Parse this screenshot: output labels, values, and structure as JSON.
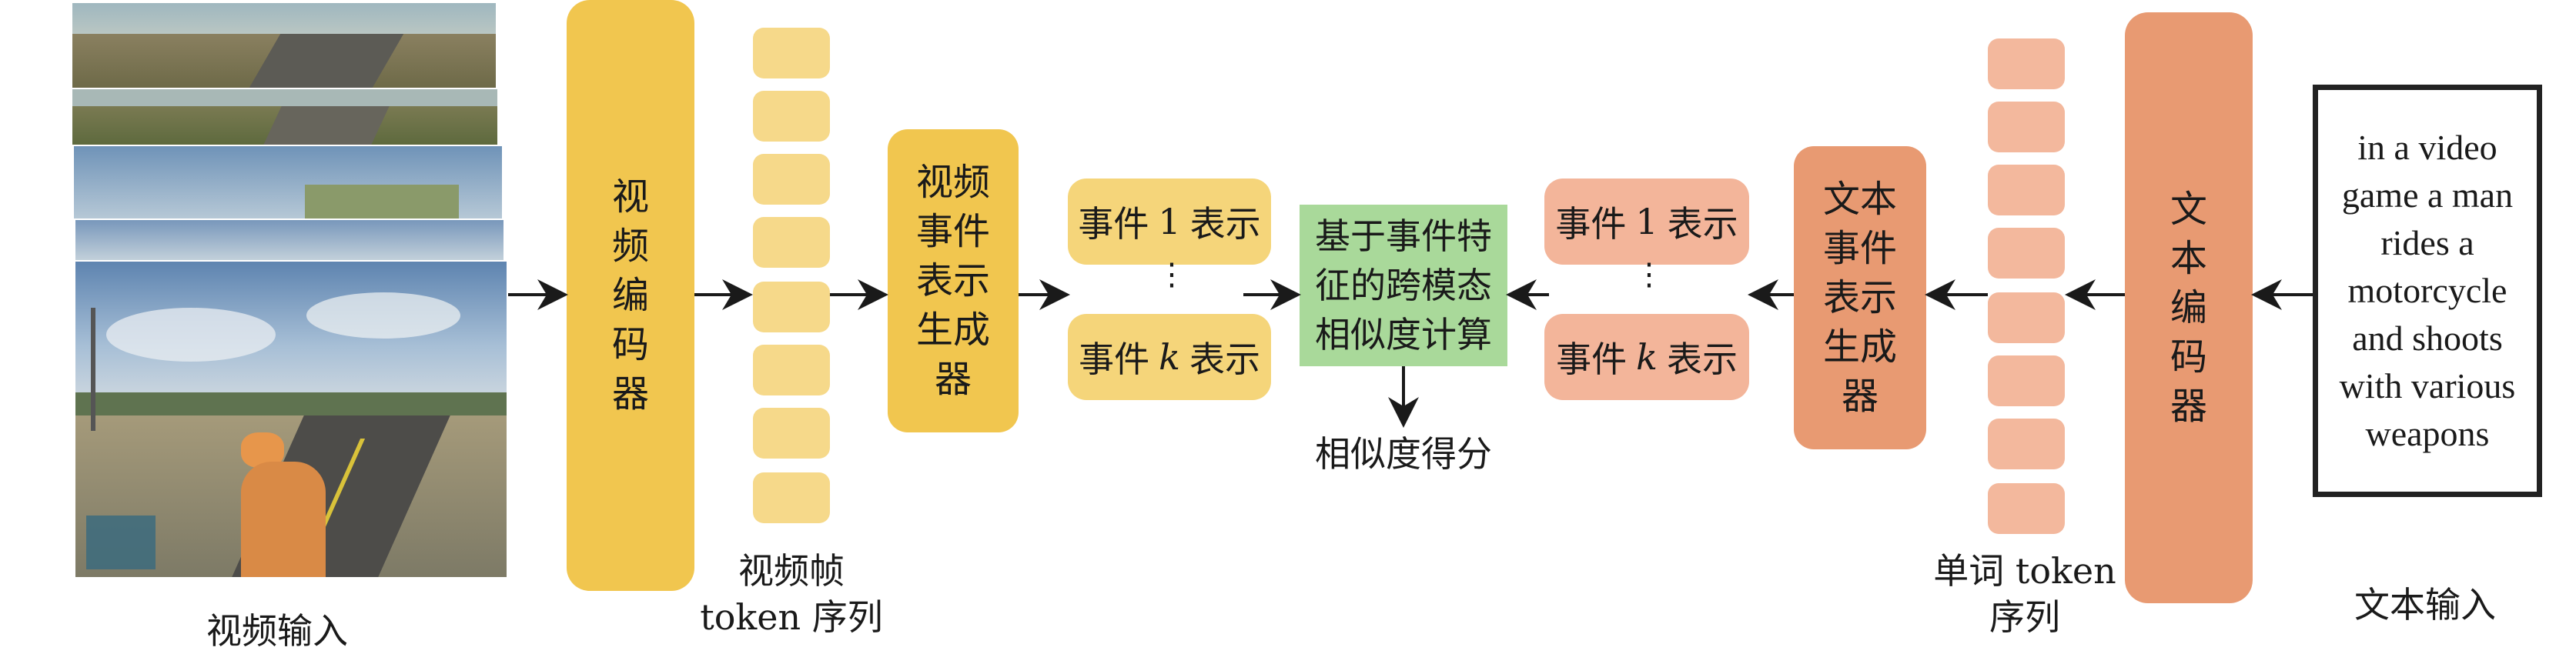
{
  "video_input": {
    "caption": "视频输入"
  },
  "video_encoder": {
    "label": "视频编码器"
  },
  "video_tokens": {
    "caption_line1": "视频帧",
    "caption_line2": "token 序列",
    "count": 8
  },
  "video_event_gen": {
    "label": "视频事件表示生成器"
  },
  "video_events": {
    "first": {
      "prefix": "事件",
      "index": "1",
      "suffix": "表示"
    },
    "dots": "⋮",
    "last": {
      "prefix": "事件",
      "index": "k",
      "suffix": "表示"
    }
  },
  "similarity": {
    "label_line1": "基于事件特",
    "label_line2": "征的跨模态",
    "label_line3": "相似度计算",
    "output": "相似度得分"
  },
  "text_events": {
    "first": {
      "prefix": "事件",
      "index": "1",
      "suffix": "表示"
    },
    "dots": "⋮",
    "last": {
      "prefix": "事件",
      "index": "k",
      "suffix": "表示"
    }
  },
  "text_event_gen": {
    "label": "文本事件表示生成器"
  },
  "word_tokens": {
    "caption_line1": "单词 token",
    "caption_line2": "序列",
    "count": 8
  },
  "text_encoder": {
    "label": "文本编码器"
  },
  "text_input": {
    "lines": [
      "in a video",
      "game a man",
      "rides a",
      "motorcycle",
      "and shoots",
      "with various",
      "weapons"
    ],
    "caption": "文本输入"
  },
  "colors": {
    "video_yellow": "#f1c64f",
    "video_token": "#f6d98a",
    "event_yellow": "#f5d57a",
    "similarity_green": "#a9d99a",
    "text_orange": "#e89a72",
    "text_token": "#f3b89d",
    "event_orange": "#f3b59a"
  }
}
